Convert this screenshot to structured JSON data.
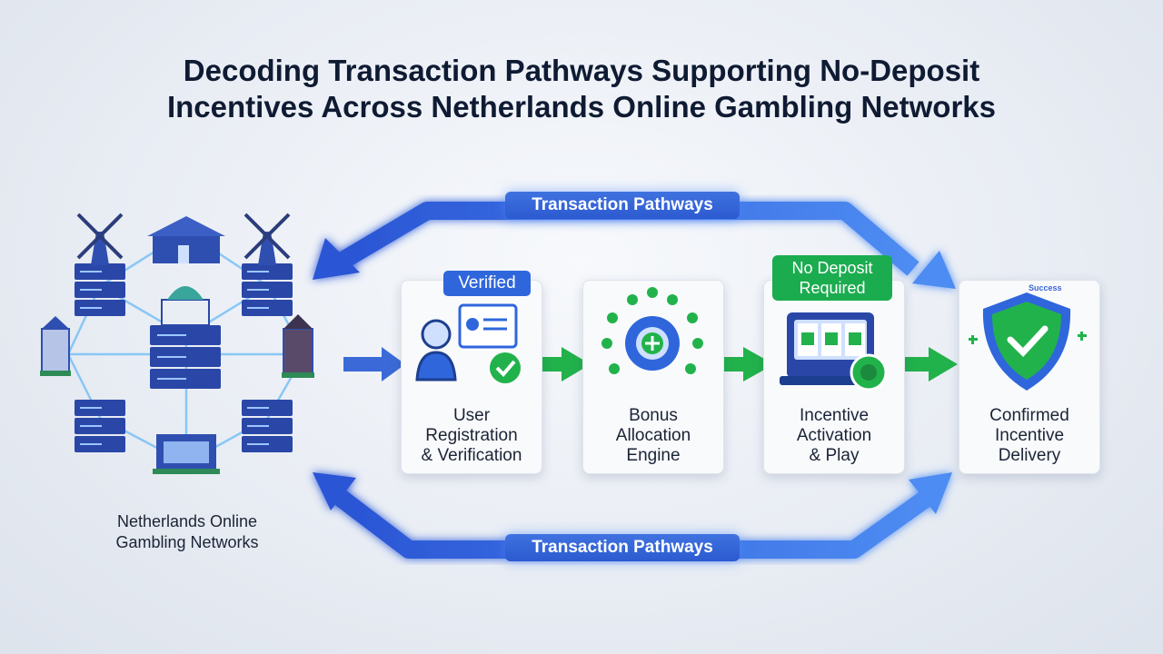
{
  "title": {
    "line1": "Decoding Transaction Pathways Supporting No-Deposit",
    "line2": "Incentives Across Netherlands Online Gambling Networks"
  },
  "pathways": {
    "top_label": "Transaction Pathways",
    "bottom_label": "Transaction Pathways"
  },
  "network": {
    "label_line1": "Netherlands Online",
    "label_line2": "Gambling Networks"
  },
  "steps": [
    {
      "line1": "User",
      "line2": "Registration",
      "line3": "& Verification",
      "badge": "Verified",
      "icon": "user-verification-icon"
    },
    {
      "line1": "Bonus",
      "line2": "Allocation",
      "line3": "Engine",
      "icon": "gear-network-icon"
    },
    {
      "line1": "Incentive",
      "line2": "Activation",
      "line3": "& Play",
      "badge_line1": "No Deposit",
      "badge_line2": "Required",
      "icon": "slot-machine-icon"
    },
    {
      "line1": "Confirmed",
      "line2": "Incentive",
      "line3": "Delivery",
      "tag": "Success",
      "icon": "shield-check-icon"
    }
  ],
  "colors": {
    "pathway_blue": "#2f62d8",
    "arrow_green": "#22b24c",
    "server_blue": "#2a47a8",
    "title": "#0f1b33"
  }
}
